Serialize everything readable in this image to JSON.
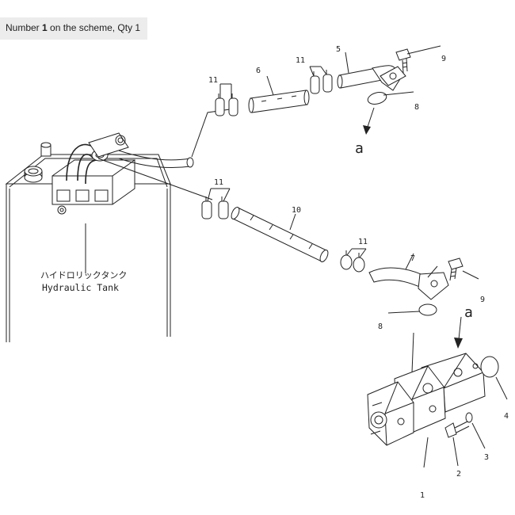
{
  "caption": {
    "prefix": "Number ",
    "number": "1",
    "suffix": " on the scheme, Qty 1"
  },
  "tank_label": {
    "japanese": "ハイドロリックタンク",
    "english": "Hydraulic Tank"
  },
  "view_markers": [
    "a",
    "a"
  ],
  "callouts": {
    "c1": "1",
    "c2": "2",
    "c3": "3",
    "c4": "4",
    "c5": "5",
    "c6": "6",
    "c7": "7",
    "c8_top": "8",
    "c8_bottom": "8",
    "c9_top": "9",
    "c9_bottom": "9",
    "c10": "10",
    "c11_a": "11",
    "c11_b": "11",
    "c11_c": "11",
    "c11_d": "11"
  }
}
